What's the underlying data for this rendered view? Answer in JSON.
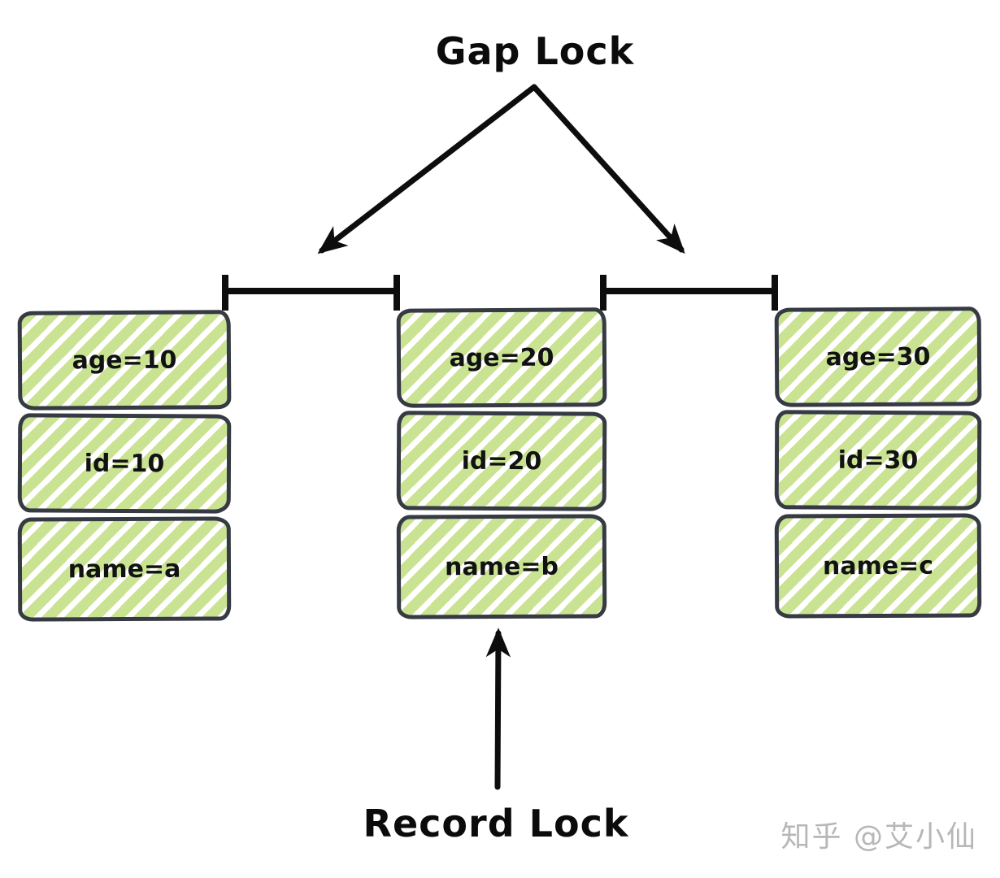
{
  "labels": {
    "gap_lock": "Gap Lock",
    "record_lock": "Record Lock"
  },
  "watermark": "知乎 @艾小仙",
  "colors": {
    "ink": "#0d0d0d",
    "box_border": "#363a42",
    "hatch_green": "#c9e392",
    "watermark_gray": "#b7b7b7"
  },
  "records": [
    {
      "label": "record-1",
      "fields": [
        "age=10",
        "id=10",
        "name=a"
      ]
    },
    {
      "label": "record-2",
      "fields": [
        "age=20",
        "id=20",
        "name=b"
      ]
    },
    {
      "label": "record-3",
      "fields": [
        "age=30",
        "id=30",
        "name=c"
      ]
    }
  ],
  "gap_ranges": [
    {
      "label": "gap-between-record-1-and-2"
    },
    {
      "label": "gap-between-record-2-and-3"
    }
  ]
}
